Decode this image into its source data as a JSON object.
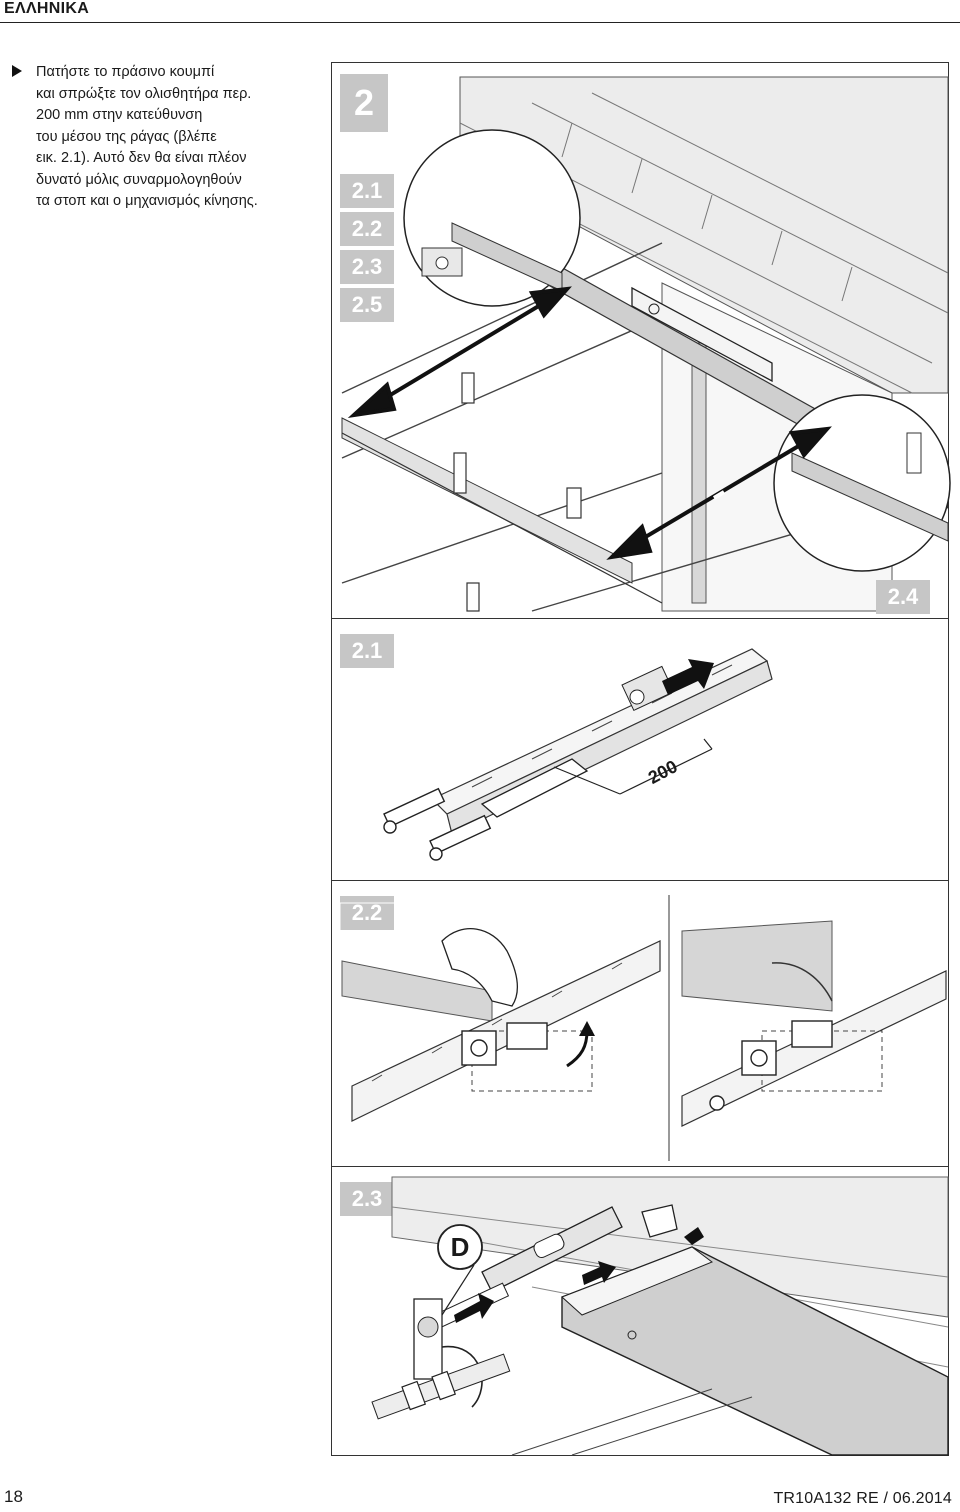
{
  "header": {
    "language": "ΕΛΛΗΝΙΚΑ"
  },
  "instruction": {
    "lines": [
      "Πατήστε το πράσινο κουμπί",
      "και σπρώξτε τον ολισθητήρα περ.",
      "200 mm στην κατεύθυνση",
      "του μέσου της ράγας (βλέπε",
      "εικ. 2.1). Αυτό δεν θα είναι πλέον",
      "δυνατό μόλις συναρμολογηθούν",
      "τα στοπ και ο μηχανισμός κίνησης."
    ]
  },
  "figure_main": {
    "label": "2",
    "step_labels": [
      "2.1",
      "2.2",
      "2.3",
      "2.5"
    ],
    "detail_label": "2.4"
  },
  "figure_2_1": {
    "label": "2.1",
    "dimension": "200"
  },
  "figure_2_2": {
    "label": "2.2"
  },
  "figure_2_3": {
    "label": "2.3",
    "callout": "D"
  },
  "footer": {
    "page_number": "18",
    "doc_ref": "TR10A132  RE / 06.2014"
  }
}
